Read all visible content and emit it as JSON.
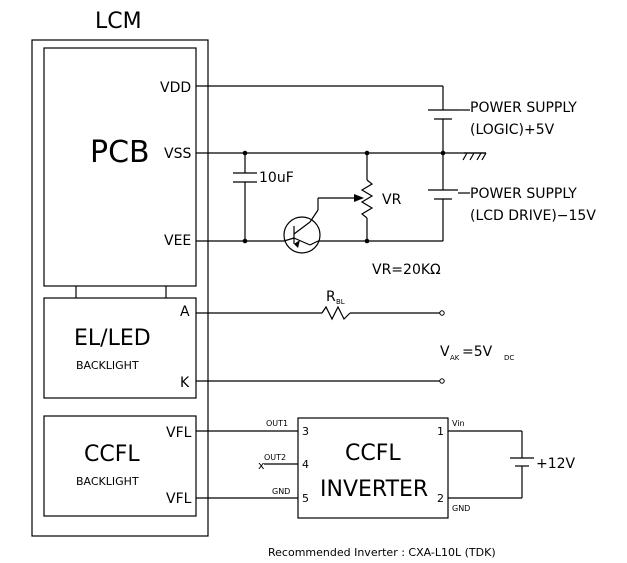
{
  "title": "LCM",
  "pcb": {
    "label": "PCB",
    "pins": {
      "vdd": "VDD",
      "vss": "VSS",
      "vee": "VEE"
    }
  },
  "el_backlight": {
    "label": "EL/LED",
    "sub": "BACKLIGHT",
    "pins": {
      "a": "A",
      "k": "K"
    }
  },
  "ccfl_backlight": {
    "label": "CCFL",
    "sub": "BACKLIGHT",
    "pins": {
      "vfl_top": "VFL",
      "vfl_bottom": "VFL"
    }
  },
  "components": {
    "capacitor": "10uF",
    "vr_label": "VR",
    "vr_value": "VR=20KΩ",
    "resistor_main": "R",
    "resistor_sub": "BL",
    "vak_main": "V",
    "vak_sub1": "AK",
    "vak_mid": "=5V",
    "vak_sub2": "DC"
  },
  "supplies": {
    "logic_line1": "POWER SUPPLY",
    "logic_line2": "(LOGIC)+5V",
    "lcd_line1": "POWER SUPPLY",
    "lcd_line2": "(LCD DRIVE)−15V",
    "inverter_supply": "+12V"
  },
  "inverter": {
    "label_line1": "CCFL",
    "label_line2": "INVERTER",
    "pins": {
      "out1": "OUT1",
      "out2": "OUT2",
      "gnd_left": "GND",
      "n3": "3",
      "n4": "4",
      "n5": "5",
      "n1": "1",
      "n2": "2",
      "vin": "Vin",
      "gnd_right": "GND",
      "nc_mark": "x"
    }
  },
  "footer": "Recommended Inverter : CXA-L10L (TDK)"
}
